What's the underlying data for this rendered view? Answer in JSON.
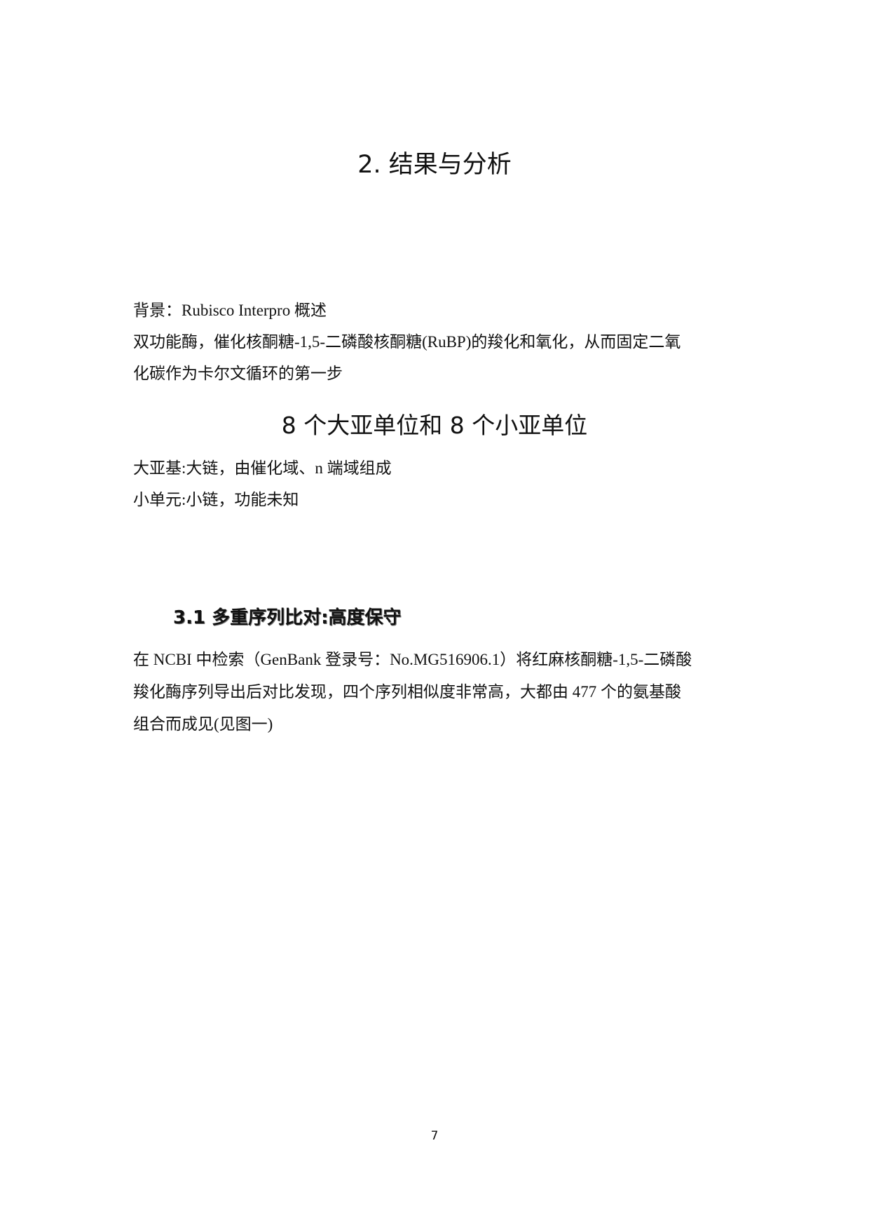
{
  "page": {
    "section_title": "2. 结果与分析",
    "background_line": "背景：Rubisco Interpro 概述",
    "intro_lines": [
      "双功能酶，催化核酮糖-1,5-二磷酸核酮糖(RuBP)的羧化和氧化，从而固定二氧",
      "化碳作为卡尔文循环的第一步"
    ],
    "subunit_heading": "8 个大亚单位和 8 个小亚单位",
    "subunit_lines": [
      "大亚基:大链，由催化域、n 端域组成",
      "小单元:小链，功能未知"
    ],
    "subsection_title": "3.1 多重序列比对:高度保守",
    "alignment_lines": [
      "在 NCBI 中检索（GenBank 登录号：No.MG516906.1）将红麻核酮糖-1,5-二磷酸",
      "羧化酶序列导出后对比发现，四个序列相似度非常高，大都由 477 个的氨基酸",
      "组合而成见(见图一)"
    ],
    "page_number": "7"
  }
}
